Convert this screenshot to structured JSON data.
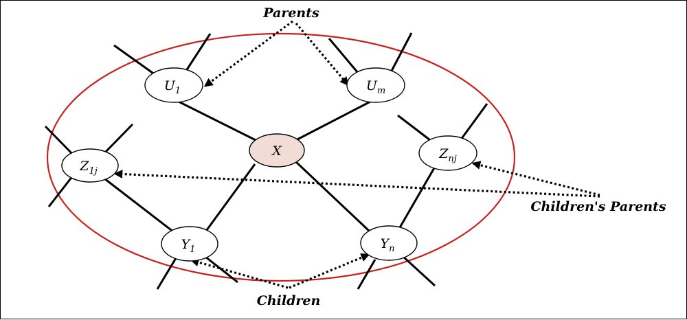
{
  "nodes": {
    "u1": {
      "label": "U",
      "sub": "1"
    },
    "um": {
      "label": "U",
      "sub": "m"
    },
    "x": {
      "label": "X",
      "sub": ""
    },
    "z1j": {
      "label": "Z",
      "sub": "1j"
    },
    "znj": {
      "label": "Z",
      "sub": "nj"
    },
    "y1": {
      "label": "Y",
      "sub": "1"
    },
    "yn": {
      "label": "Y",
      "sub": "n"
    }
  },
  "callouts": {
    "parents": "Parents",
    "children": "Children",
    "childrens_parents": "Children's Parents"
  },
  "colors": {
    "blanket": "#c8201d",
    "center_node": "#f2dcd6"
  }
}
